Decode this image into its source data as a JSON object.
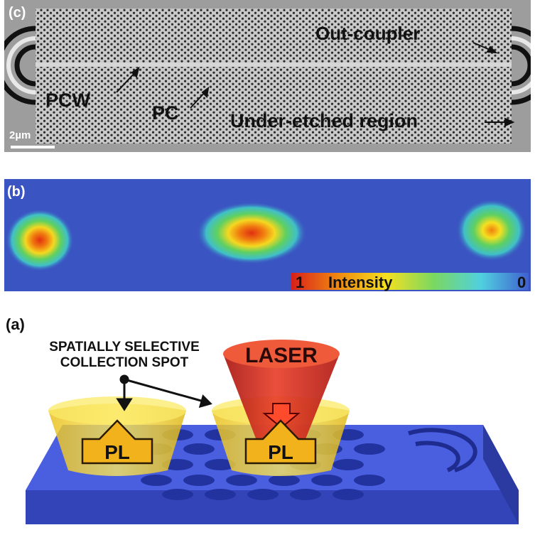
{
  "panel_c": {
    "label": "(c)",
    "scale_bar": "2µm",
    "annotations": {
      "out_coupler": "Out-coupler",
      "pcw": "PCW",
      "pc": "PC",
      "under_etched": "Under-etched region"
    },
    "colors": {
      "background": "#b8b8b8",
      "holes": "#2a2a2a",
      "text": "#111111"
    }
  },
  "panel_b": {
    "label": "(b)",
    "colorbar": {
      "max_label": "1",
      "title": "Intensity",
      "min_label": "0"
    },
    "colors": {
      "background": "#3a54c2",
      "hot": "#e53010",
      "warm": "#f5d020",
      "cool": "#3fc878"
    }
  },
  "panel_a": {
    "label": "(a)",
    "collection_label_line1": "SPATIALLY SELECTIVE",
    "collection_label_line2": "COLLECTION SPOT",
    "laser_label": "LASER",
    "pl_label": "PL",
    "colors": {
      "slab": "#3d4fd0",
      "laser": "#d8281c",
      "cone": "#f5d732",
      "arrow": "#f2b21b"
    }
  }
}
